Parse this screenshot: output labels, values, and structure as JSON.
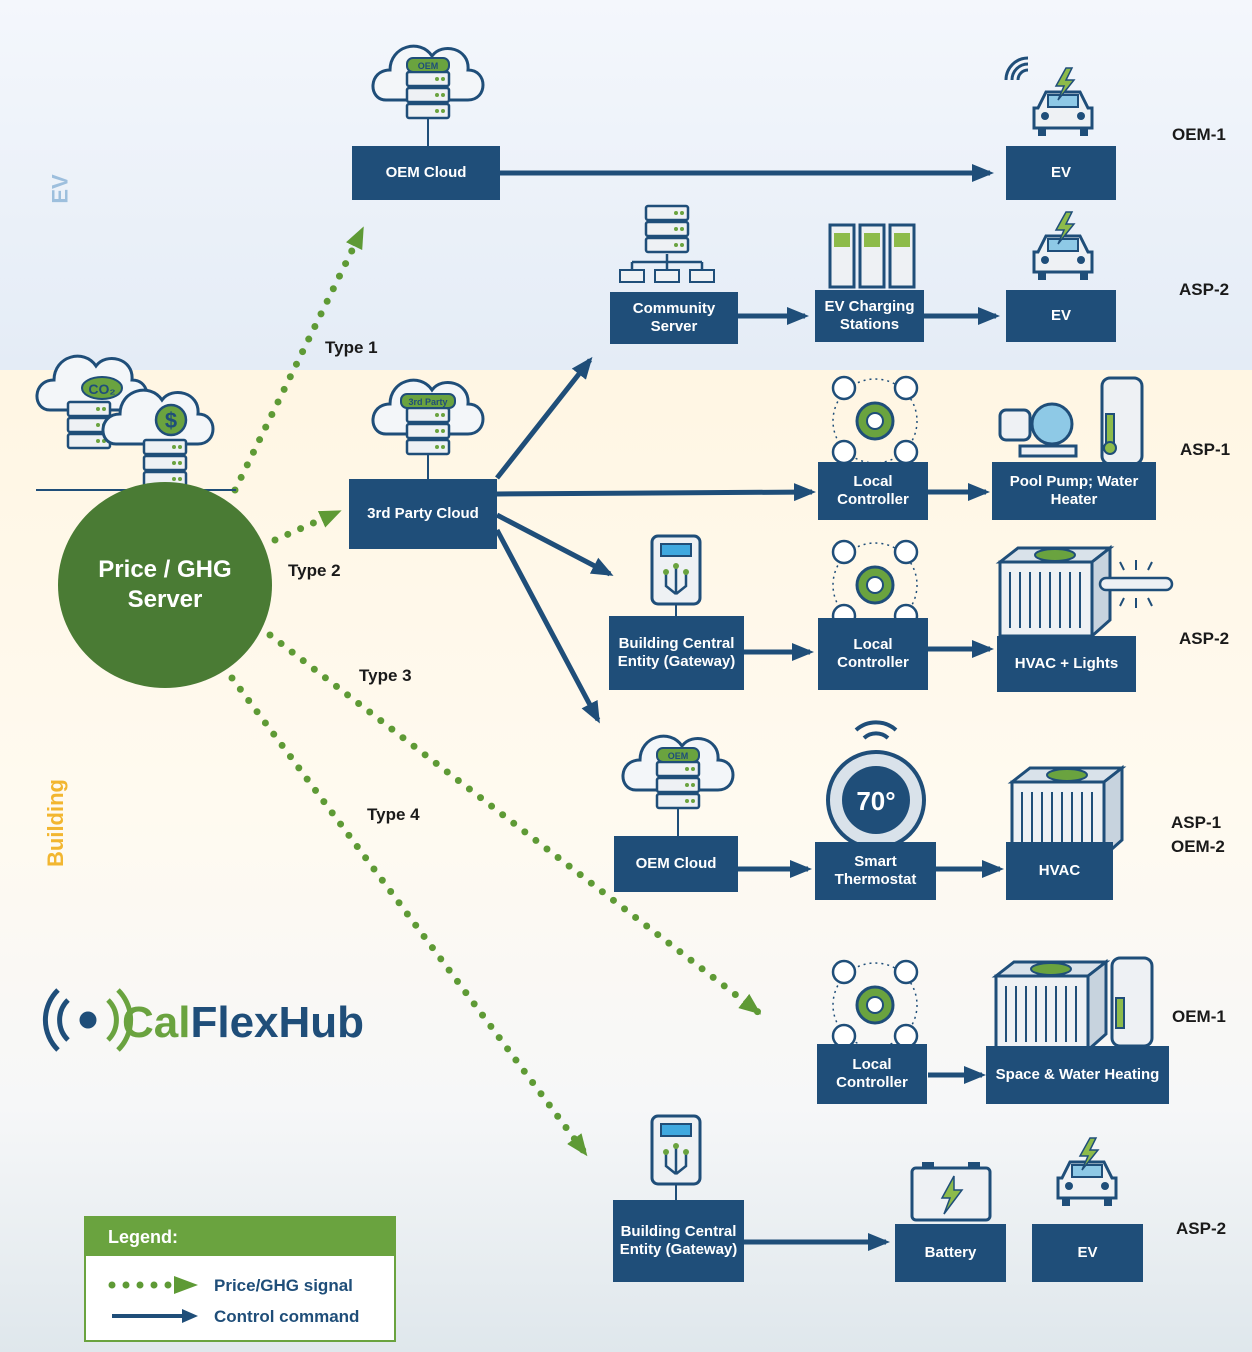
{
  "sections": {
    "ev": "EV",
    "building": "Building"
  },
  "hub": {
    "line1": "Price / GHG",
    "line2": "Server"
  },
  "types": {
    "t1": "Type 1",
    "t2": "Type 2",
    "t3": "Type 3",
    "t4": "Type 4"
  },
  "boxes": {
    "oem_cloud_top": "OEM Cloud",
    "ev_r1": "EV",
    "community_server": "Community Server",
    "ev_charging": "EV Charging Stations",
    "ev_r2": "EV",
    "third_party_cloud": "3rd Party Cloud",
    "local_controller_r3": "Local Controller",
    "pool_pump": "Pool Pump; Water Heater",
    "building_central_r4": "Building Central Entity (Gateway)",
    "local_controller_r4": "Local Controller",
    "hvac_lights": "HVAC + Lights",
    "oem_cloud_r5": "OEM Cloud",
    "smart_thermostat": "Smart Thermostat",
    "hvac": "HVAC",
    "local_controller_r6": "Local Controller",
    "space_water": "Space & Water Heating",
    "building_central_r7": "Building Central Entity (Gateway)",
    "battery": "Battery",
    "ev_r7": "EV"
  },
  "right_labels": {
    "r1": "OEM-1",
    "r2": "ASP-2",
    "r3": "ASP-1",
    "r4": "ASP-2",
    "r5a": "ASP-1",
    "r5b": "OEM-2",
    "r6": "OEM-1",
    "r7": "ASP-2"
  },
  "icon_text": {
    "oem": "OEM",
    "third_party": "3rd Party",
    "co2": "CO₂",
    "dollar": "$",
    "thermostat": "70°"
  },
  "logo": {
    "part1": "Cal",
    "part2": "FlexHub"
  },
  "legend": {
    "title": "Legend:",
    "signal": "Price/GHG signal",
    "control": "Control command"
  },
  "colors": {
    "navy": "#1f4e79",
    "green": "#4a7b34",
    "signal_green": "#5e9a35",
    "light_green": "#8dbb4a"
  }
}
